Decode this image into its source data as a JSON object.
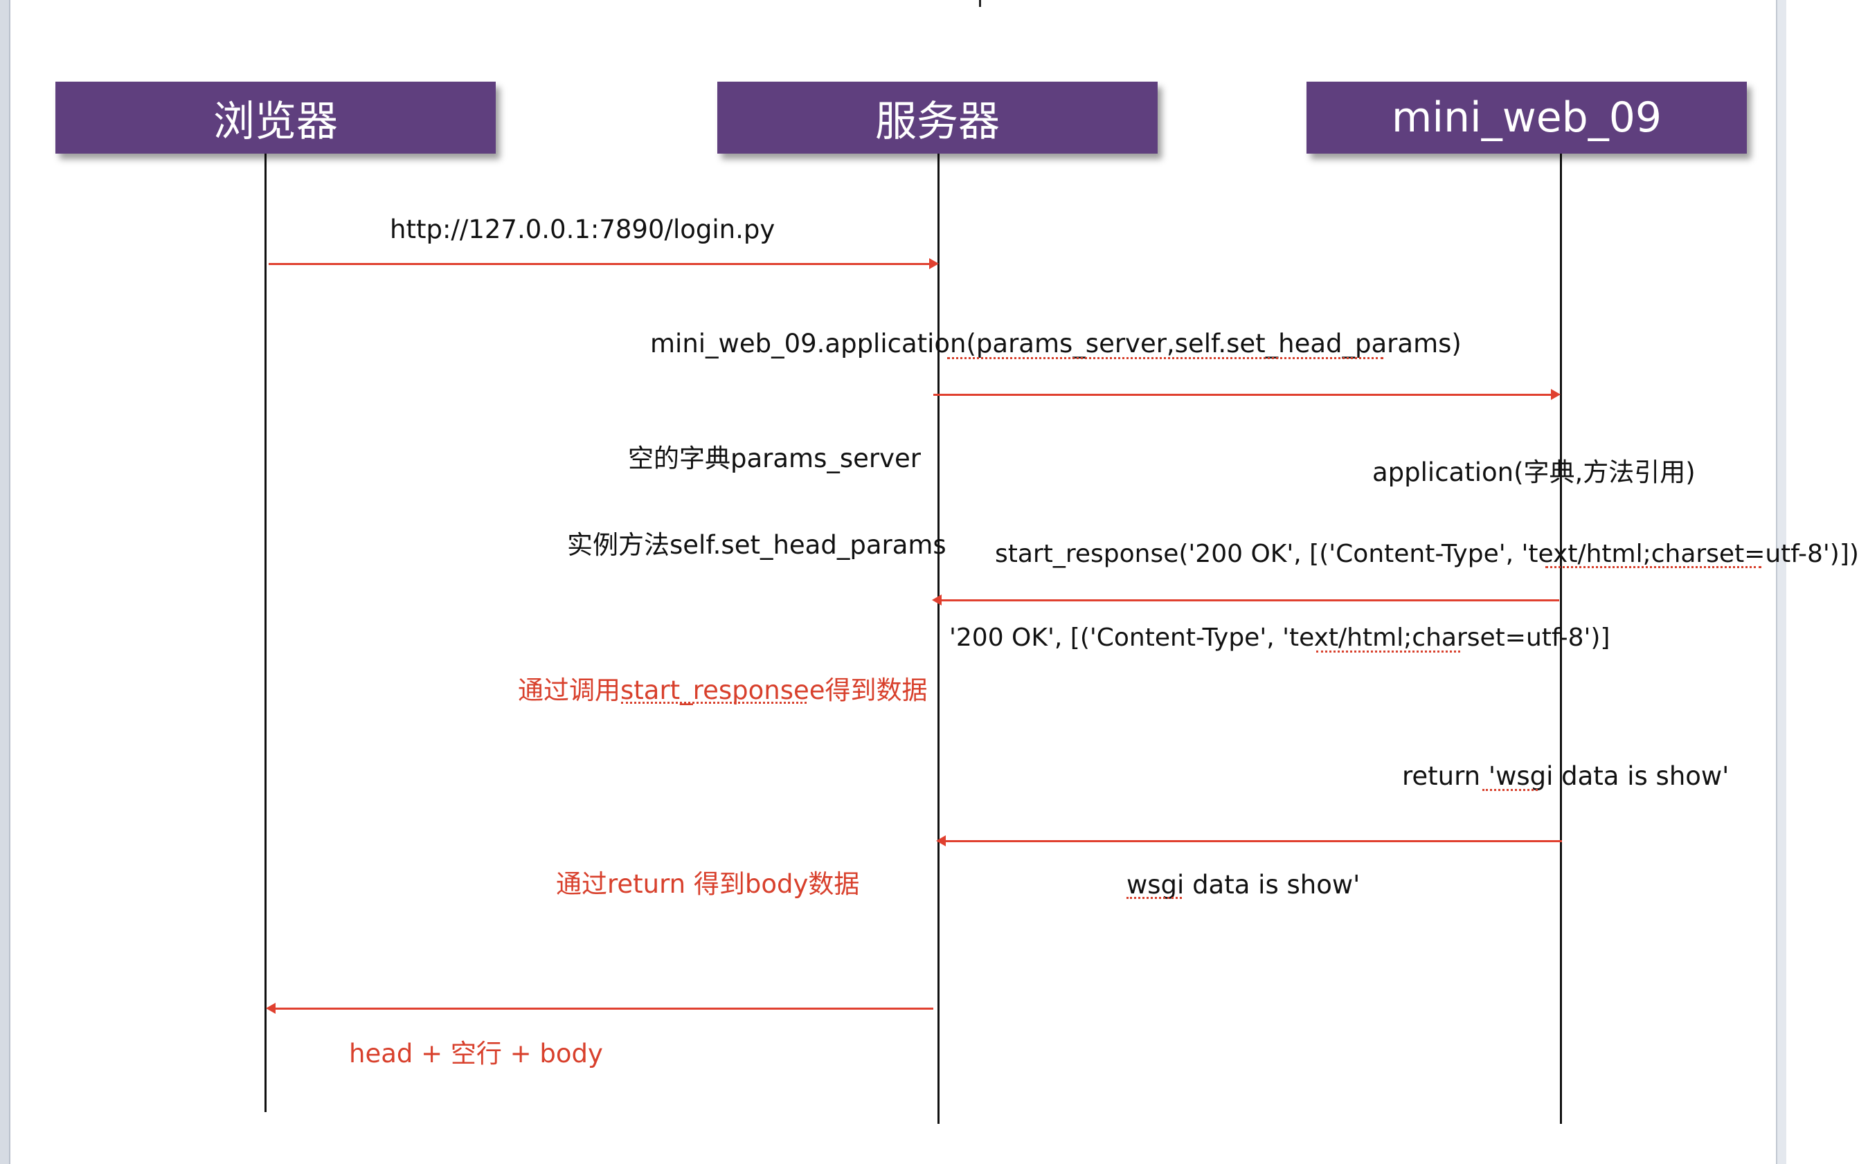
{
  "diagram": {
    "colors": {
      "actor_fill": "#5f3f7e",
      "message_line": "#e0402f",
      "note_text_red": "#d8402c",
      "lifeline": "#111111"
    },
    "actors": [
      {
        "key": "browser",
        "label": "浏览器"
      },
      {
        "key": "server",
        "label": "服务器"
      },
      {
        "key": "app",
        "label": "mini_web_09"
      }
    ],
    "labels": {
      "request_url": "http://127.0.0.1:7890/login.py",
      "call_application": "mini_web_09.application(params_server,self.set_head_params)",
      "empty_dict": "空的字典params_server",
      "instance_method": "实例方法self.set_head_params",
      "app_signature": "application(字典,方法引用)",
      "start_response_call": "start_response('200 OK', [('Content-Type', 'text/html;charset=utf-8')])",
      "start_response_value": "'200 OK', [('Content-Type', 'text/html;charset=utf-8')]",
      "note_start_response": "通过调用start_responsee得到数据",
      "return_call": "return 'wsgi data is show'",
      "note_return": "通过return 得到body数据",
      "return_value": "wsgi data is show'",
      "response_note": "head + 空行 + body"
    }
  }
}
